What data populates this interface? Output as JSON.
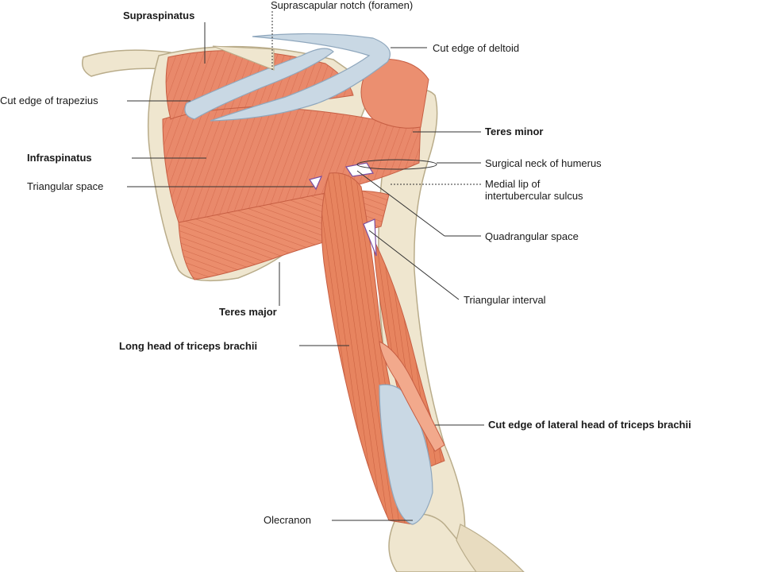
{
  "diagram": {
    "colors": {
      "muscle": "#e9896b",
      "muscle_dark": "#c65e43",
      "muscle_light": "#f2a98c",
      "bone": "#efe6cf",
      "bone_edge": "#b9ac8a",
      "tendon": "#c9d8e4",
      "tendon_edge": "#8fa7bd",
      "space_outline": "#7c4ea0",
      "leader": "#333333"
    },
    "labels": {
      "supraspinatus": "Supraspinatus",
      "suprascapular_notch": "Suprascapular notch (foramen)",
      "cut_edge_deltoid": "Cut edge of deltoid",
      "cut_edge_trapezius": "Cut edge of trapezius",
      "teres_minor": "Teres minor",
      "infraspinatus": "Infraspinatus",
      "surgical_neck": "Surgical neck of humerus",
      "triangular_space": "Triangular space",
      "medial_lip_line1": "Medial lip of",
      "medial_lip_line2": "intertubercular sulcus",
      "quadrangular_space": "Quadrangular space",
      "triangular_interval": "Triangular interval",
      "teres_major": "Teres major",
      "long_head_triceps": "Long head of triceps brachii",
      "cut_edge_lateral_head": "Cut edge of lateral head of triceps brachii",
      "olecranon": "Olecranon"
    }
  }
}
